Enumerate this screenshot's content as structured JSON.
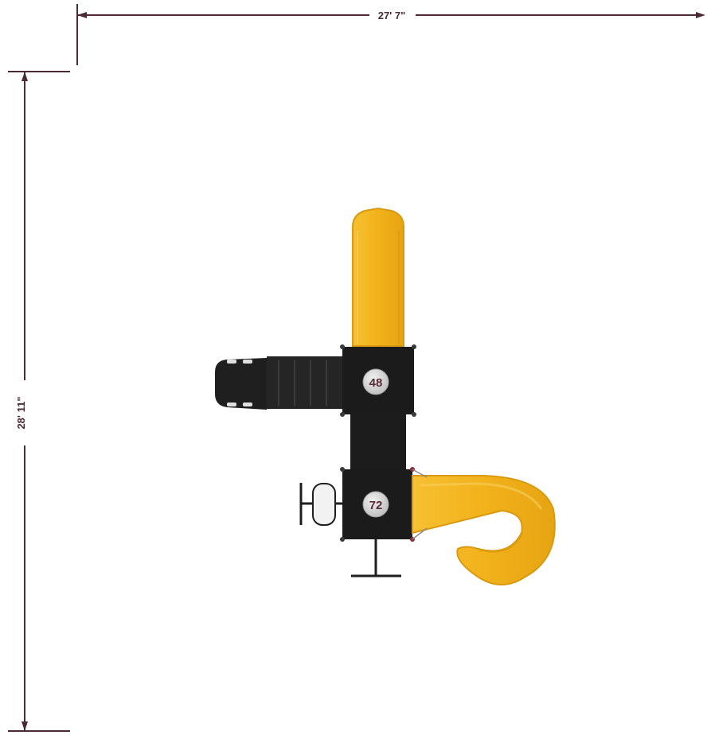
{
  "dimensions": {
    "width_label": "27' 7\"",
    "height_label": "28' 11\""
  },
  "platforms": [
    {
      "id": "upper",
      "deck_height": "48"
    },
    {
      "id": "lower",
      "deck_height": "72"
    }
  ],
  "colors": {
    "dimension_line": "#4a2b33",
    "slide_yellow": "#f2b21b",
    "slide_edge": "#d99a10",
    "frame_dark": "#1f1f1f",
    "badge_fill": "#d8d8d8"
  }
}
